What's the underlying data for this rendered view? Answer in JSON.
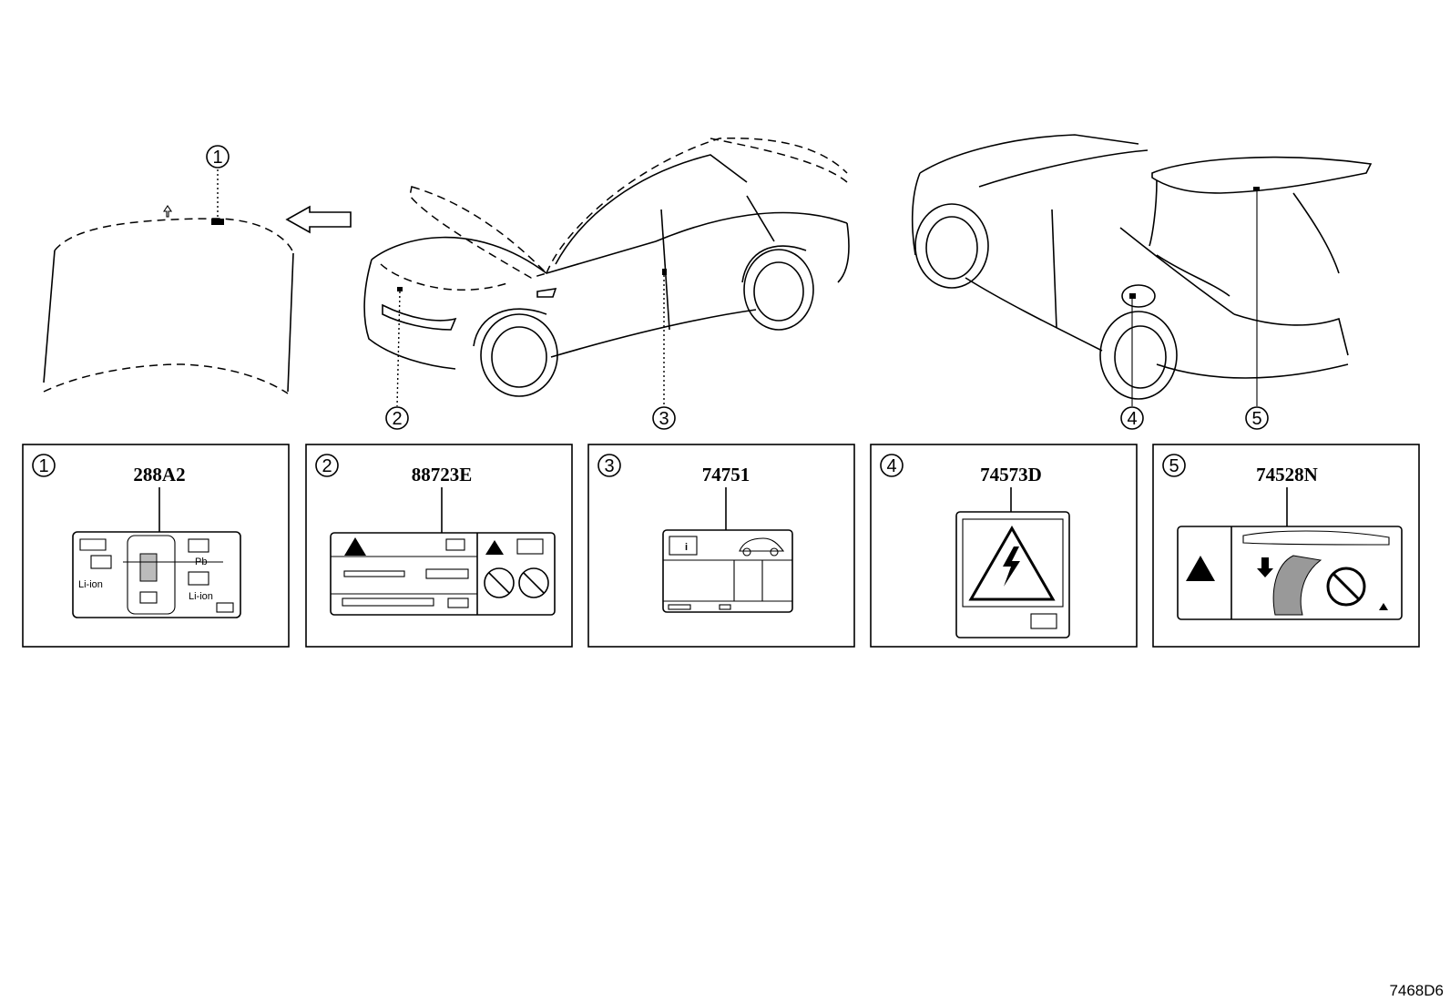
{
  "callouts": [
    {
      "number": "1",
      "part_number": "288A2"
    },
    {
      "number": "2",
      "part_number": "88723E"
    },
    {
      "number": "3",
      "part_number": "74751"
    },
    {
      "number": "4",
      "part_number": "74573D"
    },
    {
      "number": "5",
      "part_number": "74528N"
    }
  ],
  "label1_text": {
    "pb": "Pb",
    "li_ion_left": "Li-ion",
    "li_ion_right": "Li-ion"
  },
  "diagram_code": "7468D6"
}
